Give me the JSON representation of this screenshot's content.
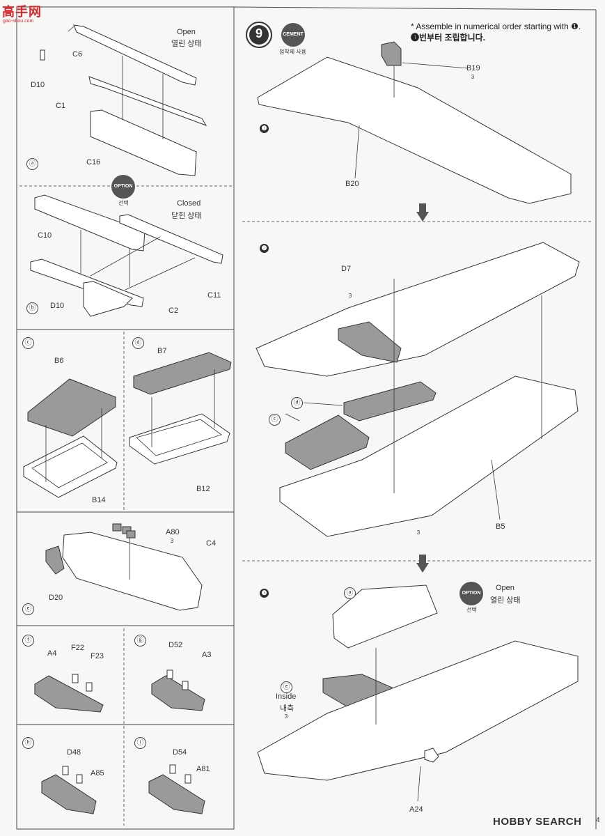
{
  "watermark": {
    "logo": "高手网",
    "url": "gao-shou.com"
  },
  "step": {
    "number": "9",
    "cement_badge": "CEMENT",
    "cement_caption": "접착제 사용",
    "note_en": "* Assemble in numerical order starting with ❶.",
    "note_kr": "❶번부터 조립합니다."
  },
  "substeps": {
    "s1": "❶",
    "s2": "❷",
    "s3": "❸"
  },
  "left": {
    "a": {
      "marker": "ⓐ",
      "state_en": "Open",
      "state_kr": "열린 상태",
      "parts": [
        "C6",
        "D10",
        "C1",
        "C16"
      ]
    },
    "b": {
      "marker": "ⓑ",
      "badge": "OPTION",
      "badge_caption": "선택",
      "state_en": "Closed",
      "state_kr": "닫힌 상태",
      "parts": [
        "C10",
        "C11",
        "D10",
        "C2"
      ]
    },
    "c": {
      "marker": "ⓒ",
      "parts": [
        "B6",
        "B14"
      ]
    },
    "d": {
      "marker": "ⓓ",
      "parts": [
        "B7",
        "B12"
      ]
    },
    "e": {
      "marker": "ⓔ",
      "parts": [
        "A80",
        "C4",
        "D20"
      ],
      "tri": "3"
    },
    "f": {
      "marker": "ⓕ",
      "parts": [
        "A4",
        "F22",
        "F23"
      ]
    },
    "g": {
      "marker": "ⓖ",
      "parts": [
        "D52",
        "A3"
      ]
    },
    "h": {
      "marker": "ⓗ",
      "parts": [
        "D48",
        "A85"
      ]
    },
    "i": {
      "marker": "ⓘ",
      "parts": [
        "D54",
        "A81"
      ]
    }
  },
  "right": {
    "s1_parts": [
      "B19",
      "B20"
    ],
    "s1_tri": "3",
    "s2_parts": [
      "D7",
      "B5"
    ],
    "s2_markers": [
      "ⓓ",
      "ⓒ"
    ],
    "s2_tri": [
      "3",
      "3"
    ],
    "s3_markers": [
      "ⓐ",
      "ⓔ"
    ],
    "s3_badge": "OPTION",
    "s3_badge_caption": "선택",
    "s3_state_en": "Open",
    "s3_state_kr": "열린 상태",
    "s3_inside_en": "Inside",
    "s3_inside_kr": "내측",
    "s3_tri": "3",
    "s3_parts": [
      "A24"
    ]
  },
  "footer": {
    "brand": "HOBBY SEARCH",
    "page": "4"
  }
}
